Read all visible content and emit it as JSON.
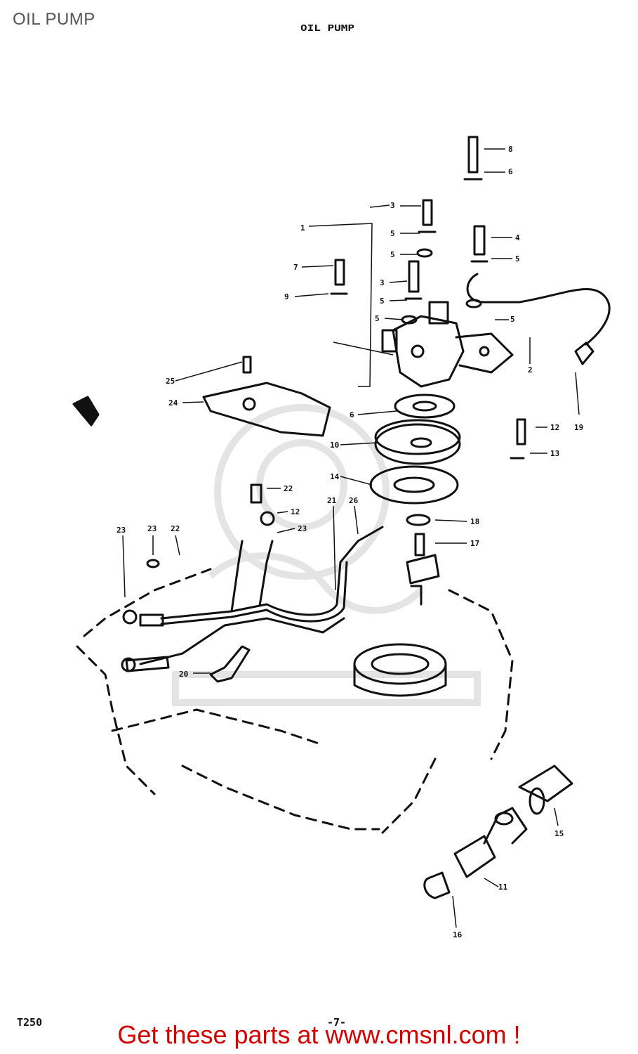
{
  "header": {
    "page_label": "OIL PUMP"
  },
  "diagram": {
    "title": "OIL PUMP",
    "model_code": "T250",
    "page_number": "-7-",
    "callouts": [
      "1",
      "2",
      "3",
      "4",
      "5",
      "6",
      "7",
      "8",
      "9",
      "10",
      "11",
      "12",
      "13",
      "14",
      "15",
      "16",
      "17",
      "18",
      "19",
      "20",
      "21",
      "22",
      "23",
      "24",
      "25",
      "26"
    ]
  },
  "footer": {
    "cta_text": "Get these parts at www.cmsnl.com !"
  },
  "colors": {
    "cta": "#d40000",
    "line_art": "#111111",
    "page_label": "#555555",
    "watermark": "#e4e4e4"
  }
}
